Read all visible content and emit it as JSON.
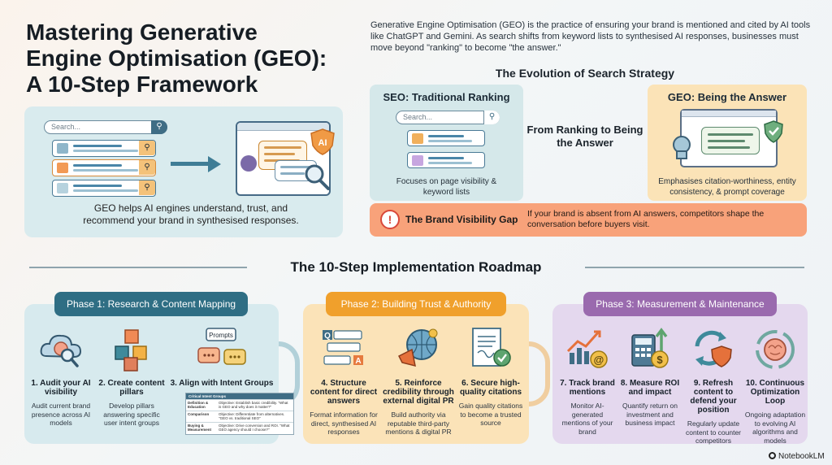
{
  "title": {
    "line1": "Mastering Generative",
    "line2": "Engine Optimisation (GEO):",
    "line3": "A 10-Step Framework"
  },
  "intro": "Generative Engine Optimisation (GEO) is the practice of ensuring your brand is mentioned and cited by AI tools like ChatGPT and Gemini. As search shifts from keyword lists to synthesised AI responses, businesses must move beyond \"ranking\" to become \"the answer.\"",
  "hero": {
    "search_placeholder": "Search...",
    "ai_badge": "AI",
    "caption": "GEO helps AI engines understand, trust, and recommend your brand in synthesised responses."
  },
  "evolution": {
    "title": "The Evolution of Search Strategy",
    "seo": {
      "title": "SEO: Traditional Ranking",
      "search_placeholder": "Search...",
      "desc": "Focuses on page visibility & keyword lists"
    },
    "center": "From Ranking to Being the Answer",
    "geo": {
      "title": "GEO: Being the Answer",
      "desc": "Emphasises citation-worthiness, entity consistency, & prompt coverage"
    },
    "gap": {
      "icon": "!",
      "title": "The Brand Visibility Gap",
      "text": "If your brand is absent from AI answers, competitors shape the conversation before buyers visit."
    }
  },
  "roadmap": {
    "title": "The 10-Step Implementation Roadmap",
    "phases": [
      {
        "label": "Phase 1: Research & Content Mapping",
        "color": "#2f6e84",
        "steps": [
          {
            "title": "1. Audit your AI visibility",
            "desc": "Audit current brand presence across AI models",
            "icon": "cloud-brain-icon"
          },
          {
            "title": "2. Create content pillars",
            "desc": "Develop pillars answering specific user intent groups",
            "icon": "cubes-icon"
          },
          {
            "title": "3. Align with Intent Groups",
            "desc": "",
            "icon": "prompts-icon",
            "prompts_label": "Prompts"
          }
        ]
      },
      {
        "label": "Phase 2: Building Trust & Authority",
        "color": "#f0a02c",
        "steps": [
          {
            "title": "4. Structure content for direct answers",
            "desc": "Format information for direct, synthesised AI responses",
            "icon": "qa-icon",
            "q": "Q",
            "a": "A"
          },
          {
            "title": "5. Reinforce credibility through external digital PR",
            "desc": "Build authority via reputable third-party mentions & digital PR",
            "icon": "megaphone-globe-icon"
          },
          {
            "title": "6. Secure high-quality citations",
            "desc": "Gain quality citations to become a trusted source",
            "icon": "certificate-icon"
          }
        ]
      },
      {
        "label": "Phase 3: Measurement & Maintenance",
        "color": "#9a6aae",
        "steps": [
          {
            "title": "7. Track brand mentions",
            "desc": "Monitor AI-generated mentions of your brand",
            "icon": "chart-at-icon"
          },
          {
            "title": "8. Measure ROI and impact",
            "desc": "Quantify return on investment and business impact",
            "icon": "calculator-icon"
          },
          {
            "title": "9. Refresh content to defend your position",
            "desc": "Regularly update content to counter competitors",
            "icon": "refresh-shield-icon"
          },
          {
            "title": "10. Continuous Optimization Loop",
            "desc": "Ongoing adaptation to evolving AI algorithms and models",
            "icon": "brain-loop-icon"
          }
        ]
      }
    ],
    "intent_table": {
      "header": "Critical Intent Groups",
      "rows": [
        {
          "k": "Definition & Education",
          "v": "Objective: Establish basic credibility. \"What is GEO and why does it matter?\""
        },
        {
          "k": "Comparison",
          "v": "Objective: Differentiate from alternatives. \"GEO vs. traditional SEO\""
        },
        {
          "k": "Buying & Measurement",
          "v": "Objective: Drive conversion and ROI. \"What GEO agency should I choose?\""
        }
      ]
    }
  },
  "brand": "NotebookLM",
  "colors": {
    "teal": "#2f6e84",
    "orange": "#f0a02c",
    "purple": "#9a6aae",
    "gap": "#f8a27a"
  }
}
